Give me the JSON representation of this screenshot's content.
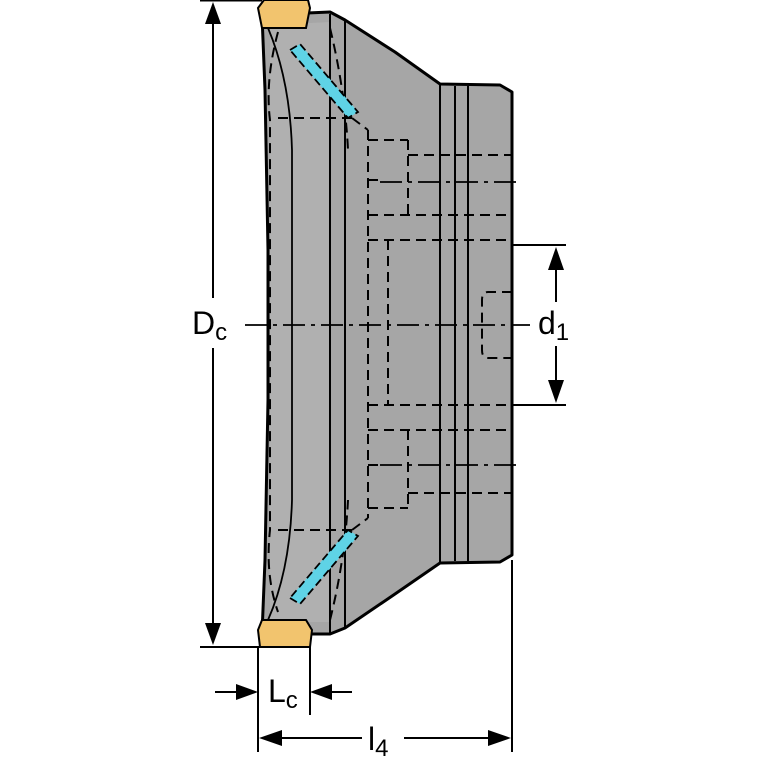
{
  "labels": {
    "dc": {
      "main": "D",
      "sub": "c"
    },
    "d1": {
      "main": "d",
      "sub": "1"
    },
    "lc": {
      "main": "L",
      "sub": "c"
    },
    "l4": {
      "main": "l",
      "sub": "4"
    }
  },
  "colors": {
    "body_fill": "#a6a6a6",
    "body_light": "#c4c4c4",
    "face_fill": "#b8b8b8",
    "insert_fill": "#f2c46e",
    "insert_stroke": "#8a6a2a",
    "coolant_fill": "#5fd3e6",
    "line": "#000000",
    "background": "#ffffff"
  }
}
